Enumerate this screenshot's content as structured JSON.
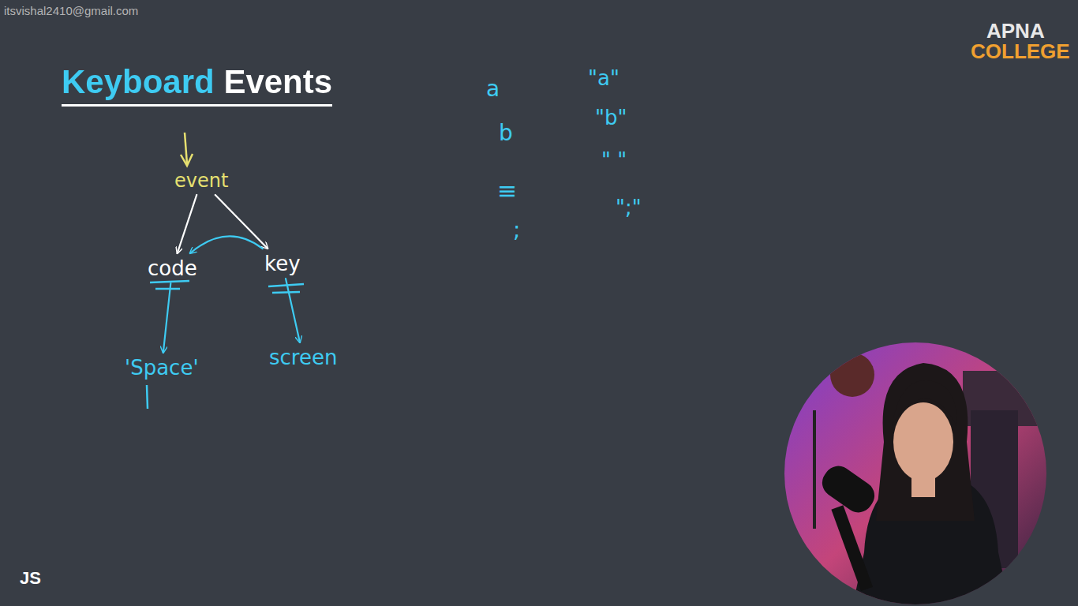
{
  "diagram": {
    "title": "Keyboard Events",
    "nodes": [
      {
        "text": [
          "event"
        ]
      },
      {
        "text": [
          "code"
        ]
      },
      {
        "text": [
          "key"
        ]
      },
      {
        "text": [
          "'Space'"
        ]
      },
      {
        "text": [
          "screen"
        ]
      }
    ],
    "edges": [
      {
        "from": 0,
        "to": 1,
        "arrow": "to"
      },
      {
        "from": 0,
        "to": 2,
        "arrow": "to"
      },
      {
        "from": 2,
        "to": 1,
        "arrow": "to"
      },
      {
        "from": 1,
        "to": 3,
        "arrow": "to"
      },
      {
        "from": 2,
        "to": 4,
        "arrow": "to"
      }
    ],
    "labels": [
      "itsvishal2410@gmail.com",
      "APNA",
      "COLLEGE",
      "a",
      "\"a\"",
      "b",
      "\"b\"",
      "\" \"",
      "≡",
      ";",
      "\";\"",
      "JS"
    ]
  }
}
